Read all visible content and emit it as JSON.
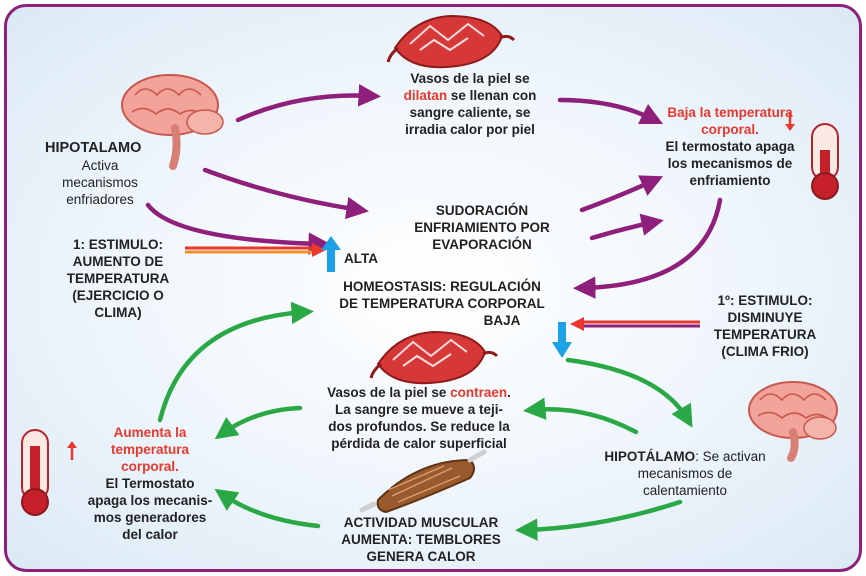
{
  "hypothalamus_top": {
    "title": "HIPOTALAMO",
    "lines": [
      "Activa",
      "mecanismos",
      "enfriadores"
    ]
  },
  "vessels_dilate": {
    "pre": "Vasos de la piel se",
    "highlight": "dilatan",
    "post": "se llenan con",
    "lines": [
      "sangre caliente, se",
      "irradia calor por piel"
    ]
  },
  "temp_down": {
    "title_lines": [
      "Baja la temperatura",
      "corporal."
    ],
    "lines": [
      "El termostato apaga",
      "los mecanismos de",
      "enfriamiento"
    ]
  },
  "sweating": {
    "lines": [
      "SUDORACIÓN",
      "ENFRIAMIENTO POR",
      "EVAPORACIÓN"
    ]
  },
  "stimulus_heat": {
    "lines": [
      "1: ESTIMULO:",
      "AUMENTO DE",
      "TEMPERATURA",
      "(EJERCICIO O",
      "CLIMA)"
    ]
  },
  "high_label": "ALTA",
  "homeostasis": {
    "lines": [
      "HOMEOSTASIS: REGULACIÓN",
      "DE TEMPERATURA CORPORAL",
      "BAJA"
    ]
  },
  "stimulus_cold": {
    "lines": [
      "1º: ESTIMULO:",
      "DISMINUYE",
      "TEMPERATURA",
      "(CLIMA FRIO)"
    ]
  },
  "vessels_contract": {
    "pre": "Vasos de la piel se",
    "highlight": "contraen",
    "post": ".",
    "lines": [
      "La sangre se mueve a teji-",
      "dos profundos. Se reduce la",
      "pérdida de calor superficial"
    ]
  },
  "temp_up": {
    "title_lines": [
      "Aumenta la",
      "temperatura",
      "corporal."
    ],
    "lines": [
      "El Termostato",
      "apaga los mecanis-",
      "mos generadores",
      "del calor"
    ]
  },
  "hypothalamus_bottom": {
    "title": "HIPOTÁLAMO",
    "rest": ": Se activan",
    "lines": [
      "mecanismos de",
      "calentamiento"
    ]
  },
  "muscle": {
    "lines": [
      "ACTIVIDAD MUSCULAR",
      "AUMENTA: TEMBLORES",
      "GENERA CALOR"
    ]
  },
  "colors": {
    "purple_arrow": "#8e1f7a",
    "green_arrow": "#2aa845",
    "highlight_red": "#e8382d",
    "blue_arrow": "#1da1e6",
    "frame": "#8e1f7a"
  }
}
